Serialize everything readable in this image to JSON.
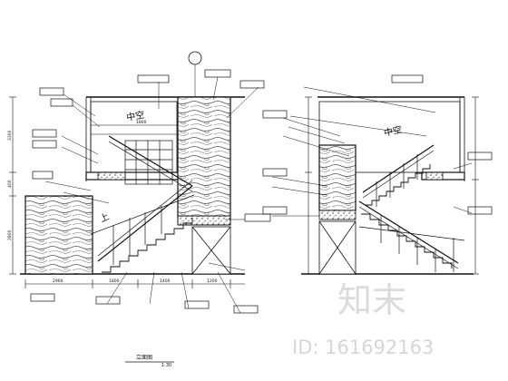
{
  "drawing": {
    "left_atrium_label": "中空",
    "right_atrium_label": "中空",
    "left_stair_label": "上",
    "left_view_title": "立面图",
    "left_view_scale": "1:30",
    "bottom_dims": [
      "2960",
      "1800",
      "1400",
      "1200"
    ],
    "upper_dims": [
      "1800"
    ],
    "vertical_dims": [
      "3300",
      "400",
      "2800"
    ]
  },
  "watermark": {
    "brand": "知末",
    "id_text": "ID: 161692163"
  },
  "colors": {
    "line": "#111111",
    "texture": "#666666",
    "watermark": "#cfcfcf",
    "background": "#ffffff"
  }
}
